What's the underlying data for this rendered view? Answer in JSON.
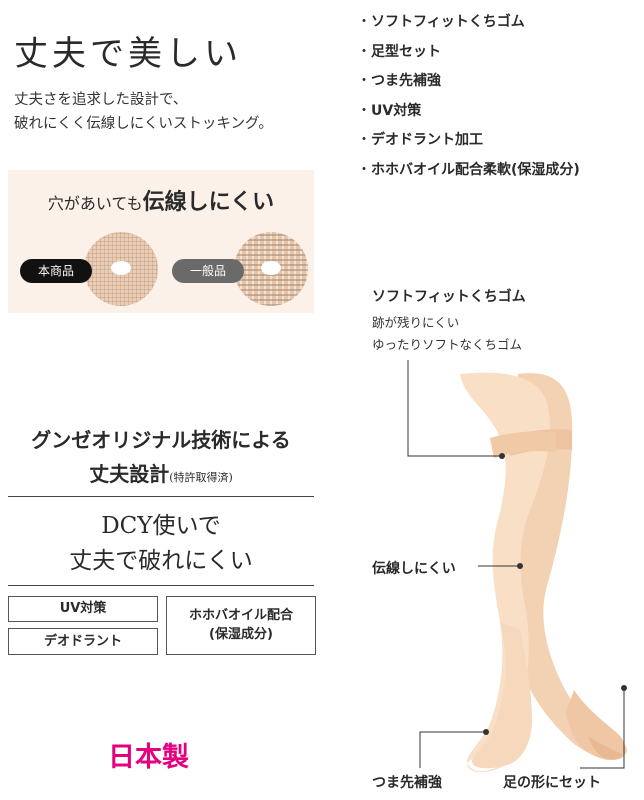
{
  "headline": "丈夫で美しい",
  "subtitle": [
    "丈夫さを追求した設計で、",
    "破れにくく伝線しにくいストッキング。"
  ],
  "features": [
    "ソフトフィットくちゴム",
    "足型セット",
    "つま先補強",
    "UV対策",
    "デオドラント加工",
    "ホホバオイル配合柔軟(保湿成分)"
  ],
  "comparison": {
    "title_small": "穴があいても",
    "title_big": "伝線しにくい",
    "ours_label": "本商品",
    "general_label": "一般品"
  },
  "tech": {
    "line1": "グンゼオリジナル技術による",
    "line2": "丈夫設計",
    "note": "(特許取得済)",
    "dcy_line1": "DCY使いで",
    "dcy_line2": "丈夫で破れにくい"
  },
  "specs": {
    "uv": "UV対策",
    "deodorant": "デオドラント",
    "oil_line1": "ホホバオイル配合",
    "oil_line2": "(保湿成分)"
  },
  "made_in": "日本製",
  "diagram": {
    "soft_title": "ソフトフィットくちゴム",
    "soft_desc": [
      "跡が残りにくい",
      "ゆったりソフトなくちゴム"
    ],
    "run_label": "伝線しにくい",
    "toe_label": "つま先補強",
    "heel_label": "足の形にセット"
  },
  "colors": {
    "made_in": "#e4007f",
    "compare_bg": "#fbf1e8",
    "skin": "#f7dcc0"
  }
}
